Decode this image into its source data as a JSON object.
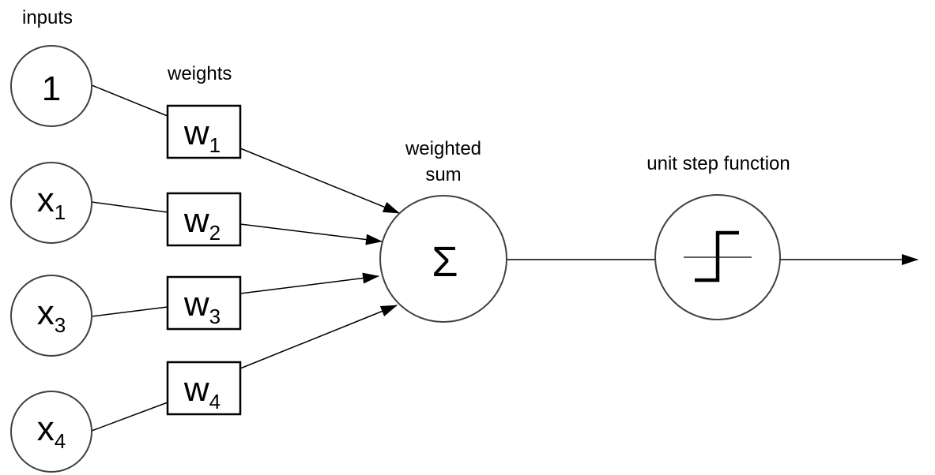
{
  "diagram": {
    "labels": {
      "inputs": "inputs",
      "weights": "weights",
      "weighted_sum_line1": "weighted",
      "weighted_sum_line2": "sum",
      "unit_step_function": "unit step function",
      "sum_symbol": "Σ"
    },
    "input_nodes": [
      {
        "label": "1",
        "sub": ""
      },
      {
        "label": "x",
        "sub": "1"
      },
      {
        "label": "x",
        "sub": "3"
      },
      {
        "label": "x",
        "sub": "4"
      }
    ],
    "weight_nodes": [
      {
        "label": "w",
        "sub": "1"
      },
      {
        "label": "w",
        "sub": "2"
      },
      {
        "label": "w",
        "sub": "3"
      },
      {
        "label": "w",
        "sub": "4"
      }
    ],
    "icons": {
      "activation": "unit-step-icon",
      "output": "arrowhead-icon"
    },
    "colors": {
      "background": "#ffffff",
      "line": "#000000",
      "circle_stroke": "#404040",
      "box_stroke": "#000000",
      "text": "#000000"
    }
  }
}
